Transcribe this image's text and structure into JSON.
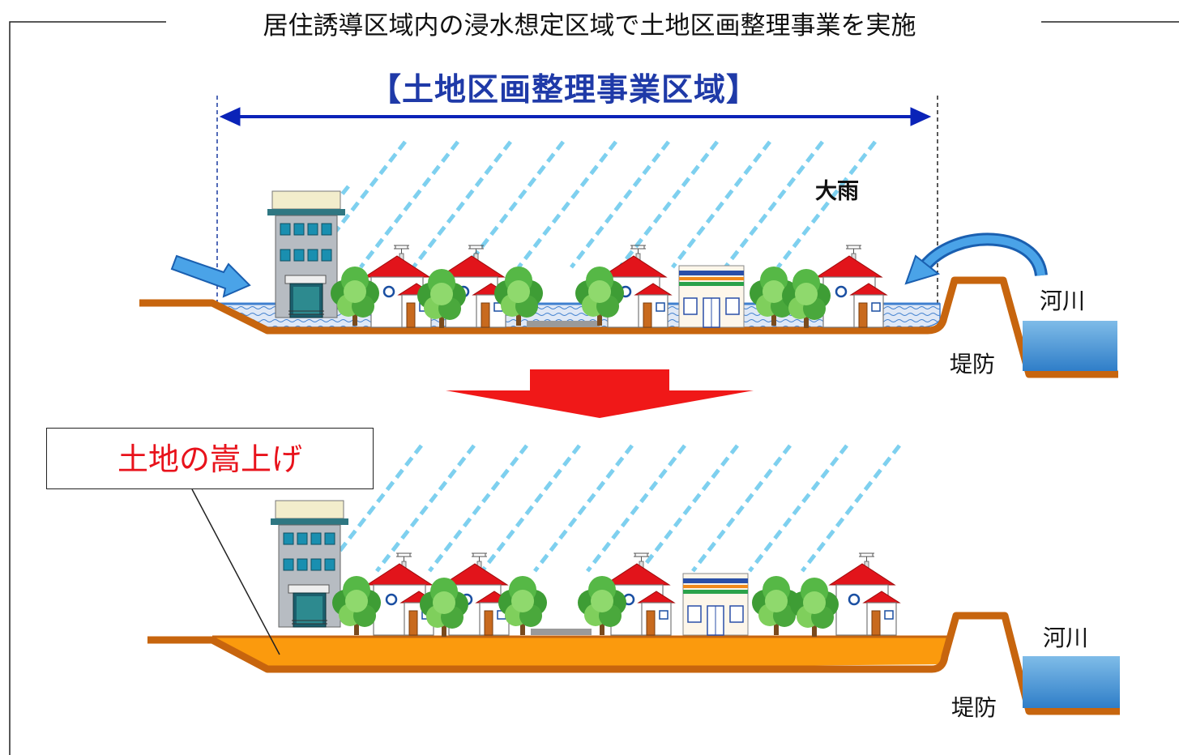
{
  "title": "居住誘導区域内の浸水想定区域で土地区画整理事業を実施",
  "zone_label": "【土地区画整理事業区域】",
  "rain_label": "大雨",
  "river_label": "河川",
  "levee_label": "堤防",
  "raise_label": "土地の嵩上げ",
  "colors": {
    "ground_outline": "#c7650e",
    "raised_fill": "#fb9a0d",
    "flood_water": "#3f7fcf",
    "river_water": "#3b8fd4",
    "zone_arrow": "#0a23b8",
    "down_arrow": "#f01818",
    "raise_text": "#e8121b",
    "rain": "#7ed0ef"
  },
  "icons": [
    "office-building-icon",
    "house-icon",
    "tree-icon",
    "convenience-store-icon",
    "rain-icon",
    "inflow-arrow-icon",
    "overflow-arrow-icon",
    "down-arrow-icon"
  ]
}
